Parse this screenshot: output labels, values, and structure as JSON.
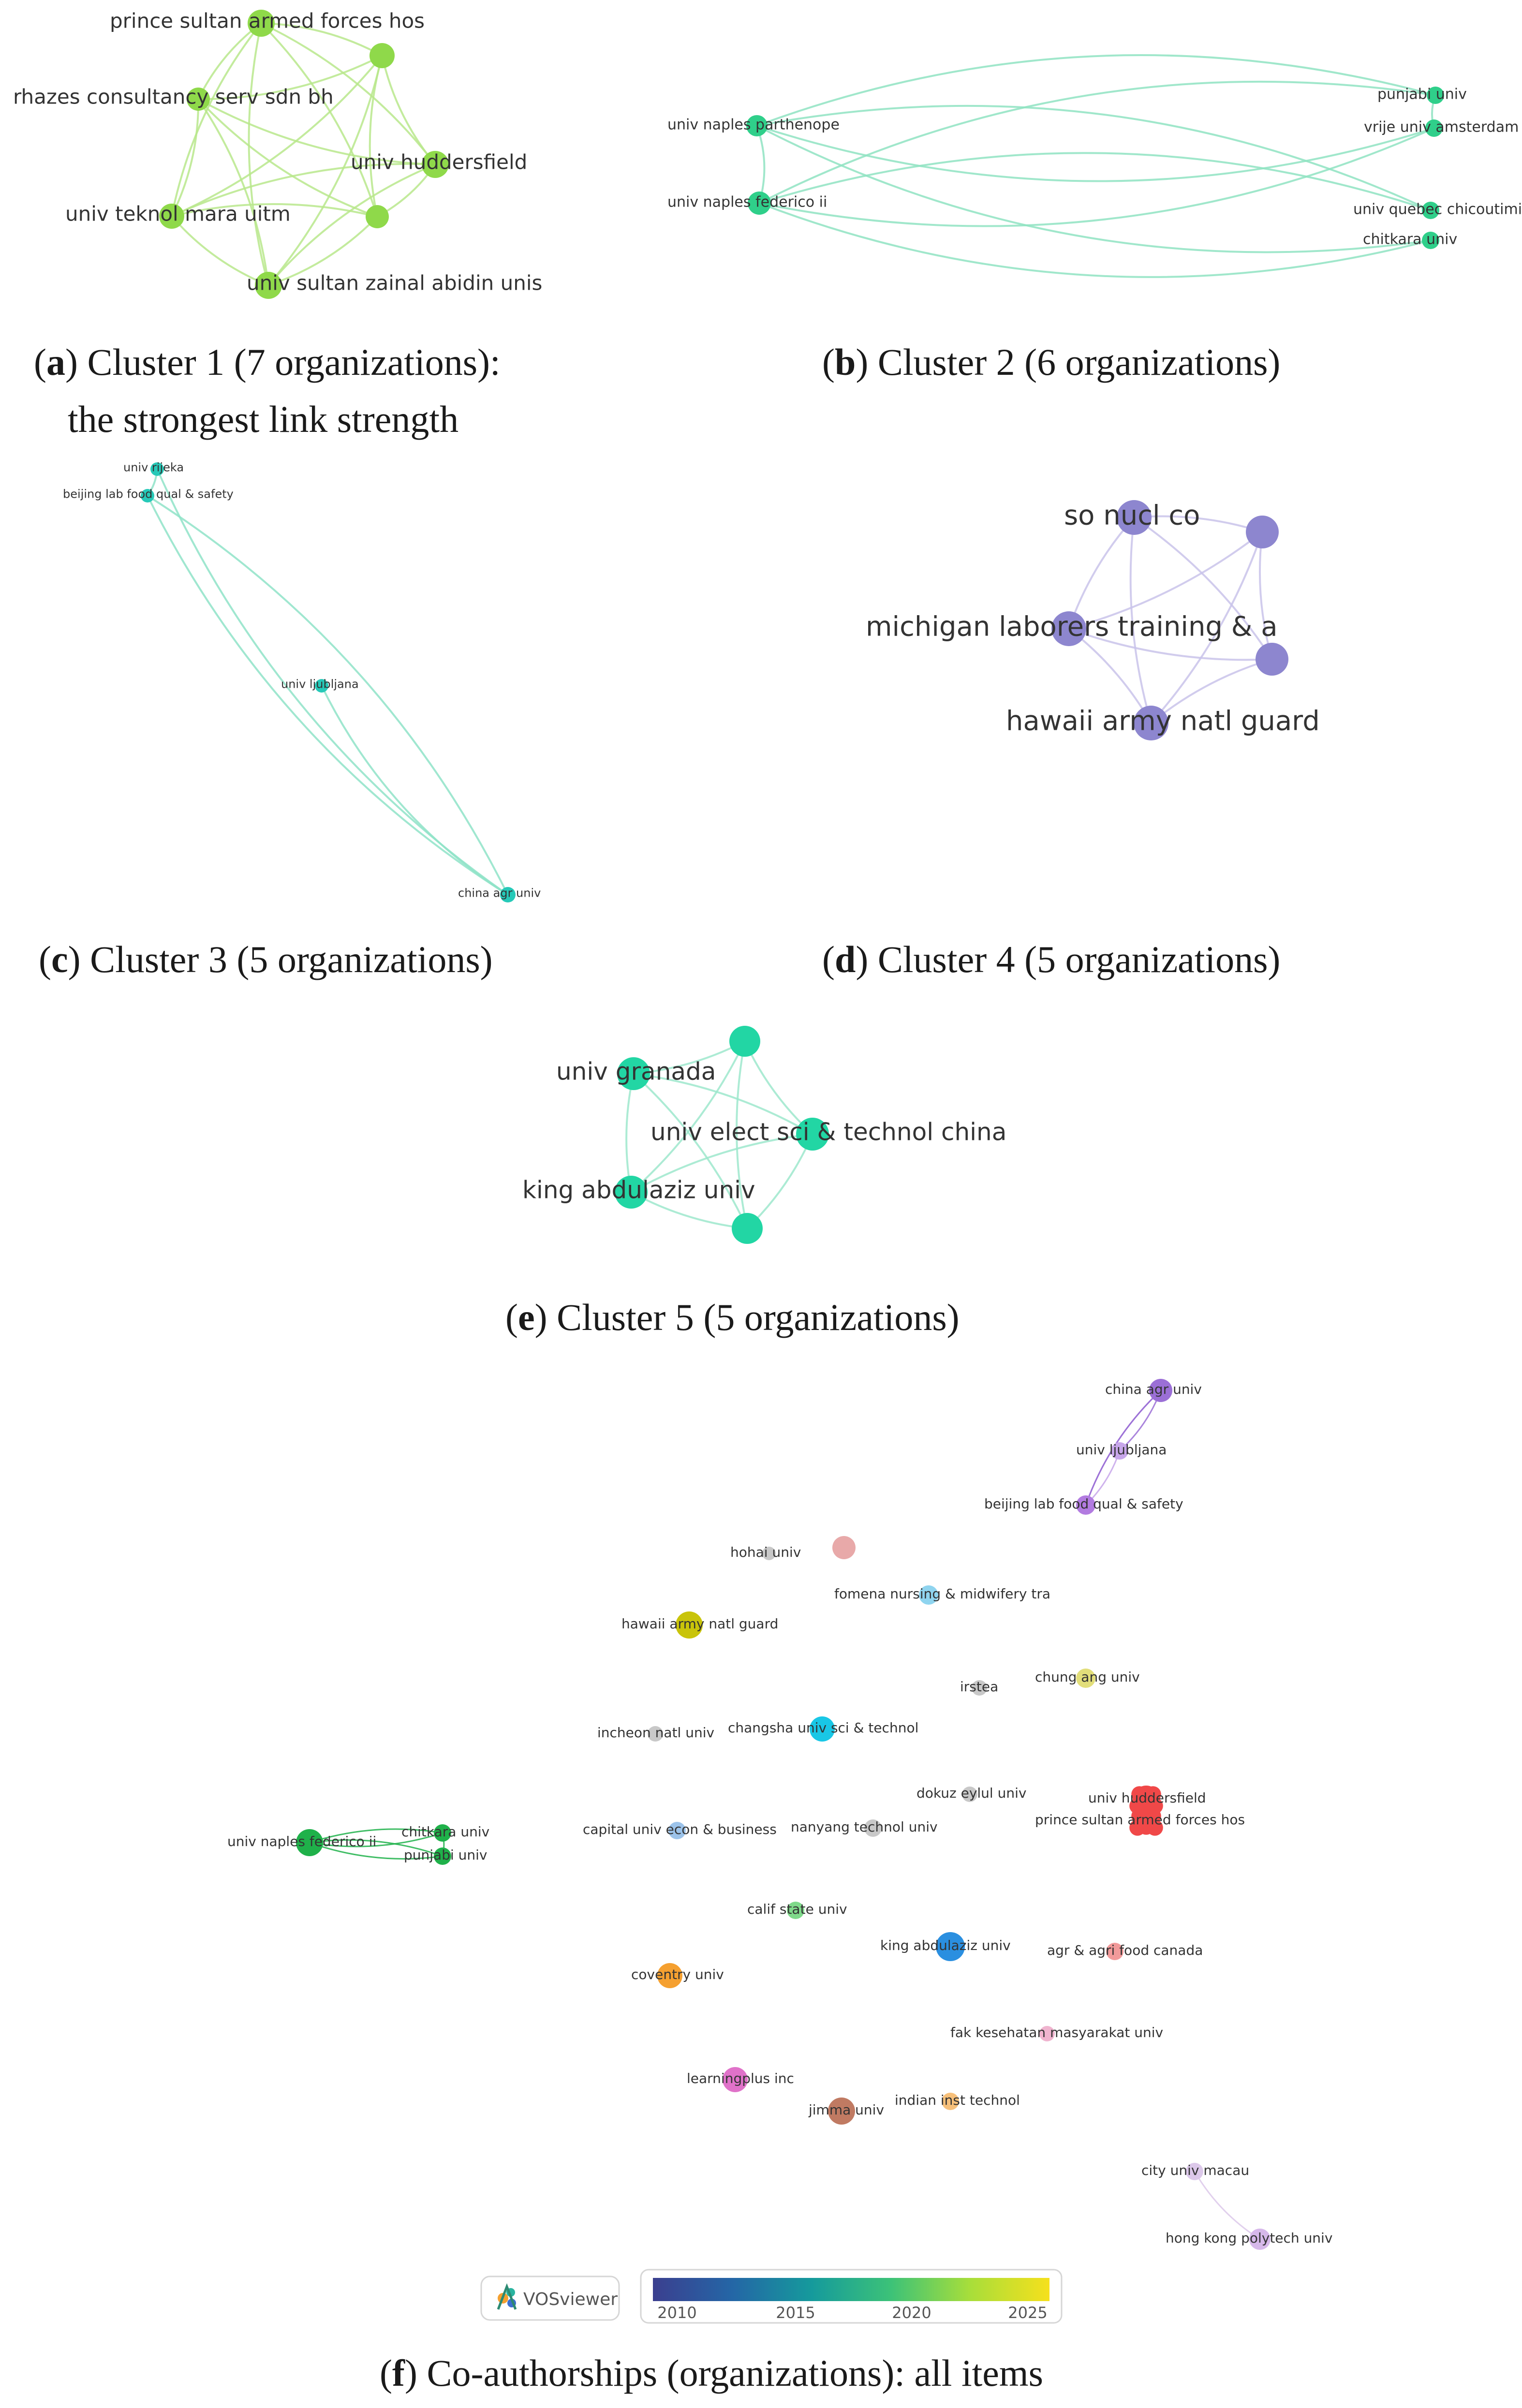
{
  "panels": [
    {
      "id": "a",
      "caption_letter": "a",
      "caption_rest": ") Cluster 1 (7 organizations):",
      "caption_line2": "the strongest link strength",
      "color": "#8fd94a",
      "edge_color": "#b8e78c",
      "nodes": [
        {
          "label": "prince sultan armed forces hos"
        },
        {
          "label": ""
        },
        {
          "label": "rhazes consultancy serv sdn bh"
        },
        {
          "label": "univ huddersfield"
        },
        {
          "label": "univ teknol mara uitm"
        },
        {
          "label": ""
        },
        {
          "label": "univ sultan zainal abidin unis"
        }
      ]
    },
    {
      "id": "b",
      "caption_letter": "b",
      "caption_rest": ") Cluster 2 (6 organizations)",
      "color": "#2fcf8a",
      "edge_color": "#8fe3c2",
      "nodes": [
        {
          "label": "univ naples parthenope"
        },
        {
          "label": "univ naples federico ii"
        },
        {
          "label": "punjabi univ"
        },
        {
          "label": "vrije univ amsterdam"
        },
        {
          "label": "univ quebec chicoutimi"
        },
        {
          "label": "chitkara univ"
        }
      ]
    },
    {
      "id": "c",
      "caption_letter": "c",
      "caption_rest": ") Cluster 3 (5 organizations)",
      "color": "#26c9b8",
      "edge_color": "#8fe3c8",
      "nodes": [
        {
          "label": "univ rijeka"
        },
        {
          "label": "beijing lab food qual & safety"
        },
        {
          "label": "univ ljubljana"
        },
        {
          "label": "china agr univ"
        }
      ]
    },
    {
      "id": "d",
      "caption_letter": "d",
      "caption_rest": ") Cluster 4 (5 organizations)",
      "color": "#8d86cf",
      "edge_color": "#c9c3ea",
      "nodes": [
        {
          "label": "so nucl co"
        },
        {
          "label": ""
        },
        {
          "label": "michigan laborers training & a"
        },
        {
          "label": ""
        },
        {
          "label": "hawaii army natl guard"
        }
      ]
    },
    {
      "id": "e",
      "caption_letter": "e",
      "caption_rest": ") Cluster 5 (5 organizations)",
      "color": "#22d6a4",
      "edge_color": "#9ee8cc",
      "nodes": [
        {
          "label": ""
        },
        {
          "label": "univ granada"
        },
        {
          "label": "univ elect sci & technol china"
        },
        {
          "label": "king abdulaziz univ"
        },
        {
          "label": ""
        }
      ]
    },
    {
      "id": "f",
      "caption_letter": "f",
      "caption_rest": ") Co-authorships (organizations): all items",
      "nodes": [
        {
          "label": "china agr univ",
          "color": "#9b6fd6"
        },
        {
          "label": "univ ljubljana",
          "color": "#c7a6ea"
        },
        {
          "label": "beijing lab food qual & safety",
          "color": "#b27be0"
        },
        {
          "label": "hohai univ",
          "color": "#c8c8c8"
        },
        {
          "label": "",
          "color": "#e8a9a9"
        },
        {
          "label": "fomena nursing & midwifery tra",
          "color": "#8fd4ef"
        },
        {
          "label": "hawaii army natl guard",
          "color": "#c9c40a"
        },
        {
          "label": "chung ang univ",
          "color": "#e2de7a"
        },
        {
          "label": "irstea",
          "color": "#c8c8c8"
        },
        {
          "label": "incheon natl univ",
          "color": "#c8c8c8"
        },
        {
          "label": "changsha univ sci & technol",
          "color": "#19c7e6"
        },
        {
          "label": "dokuz eylul univ",
          "color": "#c8c8c8"
        },
        {
          "label": "univ huddersfield",
          "color": "#f04848"
        },
        {
          "label": "prince sultan armed forces hos",
          "color": "#f04848"
        },
        {
          "label": "univ naples federico ii",
          "color": "#1fb14a"
        },
        {
          "label": "chitkara univ",
          "color": "#1fb14a"
        },
        {
          "label": "punjabi univ",
          "color": "#1fb14a"
        },
        {
          "label": "capital univ econ & business",
          "color": "#9cc3ea"
        },
        {
          "label": "nanyang technol univ",
          "color": "#c8c8c8"
        },
        {
          "label": "calif state univ",
          "color": "#7fd98a"
        },
        {
          "label": "king abdulaziz univ",
          "color": "#2a8fe0"
        },
        {
          "label": "agr & agri food canada",
          "color": "#f29a9a"
        },
        {
          "label": "coventry univ",
          "color": "#f5a030"
        },
        {
          "label": "fak kesehatan masyarakat univ",
          "color": "#f0b4cf"
        },
        {
          "label": "learningplus inc",
          "color": "#e072c9"
        },
        {
          "label": "jimma univ",
          "color": "#c07a62"
        },
        {
          "label": "indian inst technol",
          "color": "#f7c07a"
        },
        {
          "label": "city univ macau",
          "color": "#dcc8ea"
        },
        {
          "label": "hong kong polytech univ",
          "color": "#d6b8ea"
        }
      ],
      "legend": {
        "logo_text": "VOSviewer",
        "ticks": [
          "2010",
          "2015",
          "2020",
          "2025"
        ],
        "colors": [
          "#3b3f8f",
          "#2466a6",
          "#159a9c",
          "#3cc278",
          "#a8de3a",
          "#f6e01c"
        ]
      }
    }
  ]
}
